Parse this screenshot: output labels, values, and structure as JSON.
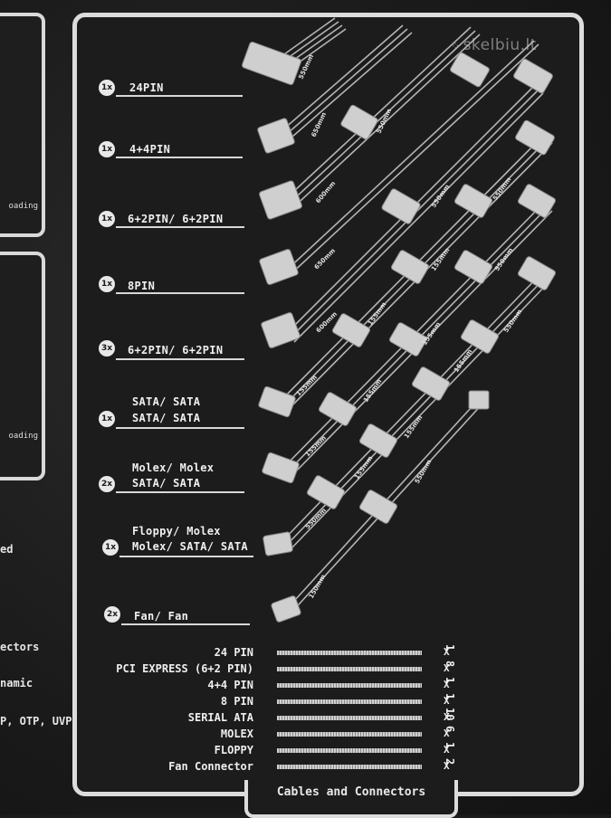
{
  "watermark": "skelbiu.lt",
  "side": {
    "loading_1": "oading",
    "loading_2": "oading",
    "text_1": "ed",
    "text_2": "ectors",
    "text_3": "namic",
    "text_4": "P, OTP, UVP"
  },
  "connectors": [
    {
      "qty": "1x",
      "label": "24PIN"
    },
    {
      "qty": "1x",
      "label": "4+4PIN"
    },
    {
      "qty": "1x",
      "label": "6+2PIN/ 6+2PIN"
    },
    {
      "qty": "1x",
      "label": "8PIN"
    },
    {
      "qty": "3x",
      "label": "6+2PIN/ 6+2PIN"
    },
    {
      "qty": "1x",
      "label1": "SATA/ SATA",
      "label2": "SATA/ SATA"
    },
    {
      "qty": "2x",
      "label1": "Molex/ Molex",
      "label2": "SATA/ SATA"
    },
    {
      "qty": "1x",
      "label1": "Floppy/ Molex",
      "label2": "Molex/ SATA/ SATA"
    },
    {
      "qty": "2x",
      "label": "Fan/ Fan"
    }
  ],
  "cable_lengths": [
    "550mm",
    "650mm",
    "550mm",
    "600mm",
    "550mm",
    "650mm",
    "550mm",
    "550mm",
    "600mm",
    "155mm",
    "155mm",
    "550mm",
    "155mm",
    "155mm",
    "155mm",
    "155mm",
    "155mm",
    "155mm",
    "155mm",
    "550mm",
    "150mm"
  ],
  "table": {
    "rows": [
      {
        "name": "24 PIN",
        "x": "X",
        "count": "1"
      },
      {
        "name": "PCI EXPRESS (6+2 PIN)",
        "x": "X",
        "count": "8"
      },
      {
        "name": "4+4 PIN",
        "x": "X",
        "count": "1"
      },
      {
        "name": "8 PIN",
        "x": "X",
        "count": "1"
      },
      {
        "name": "SERIAL ATA",
        "x": "X",
        "count": "10"
      },
      {
        "name": "MOLEX",
        "x": "X",
        "count": "6"
      },
      {
        "name": "FLOPPY",
        "x": "X",
        "count": "1"
      },
      {
        "name": "Fan Connector",
        "x": "X",
        "count": "2"
      }
    ]
  },
  "footer": "Cables and Connectors",
  "colors": {
    "panel_border": "#dcdcdc",
    "background": "#1b1b1b",
    "cable": "#bdbdbd"
  }
}
